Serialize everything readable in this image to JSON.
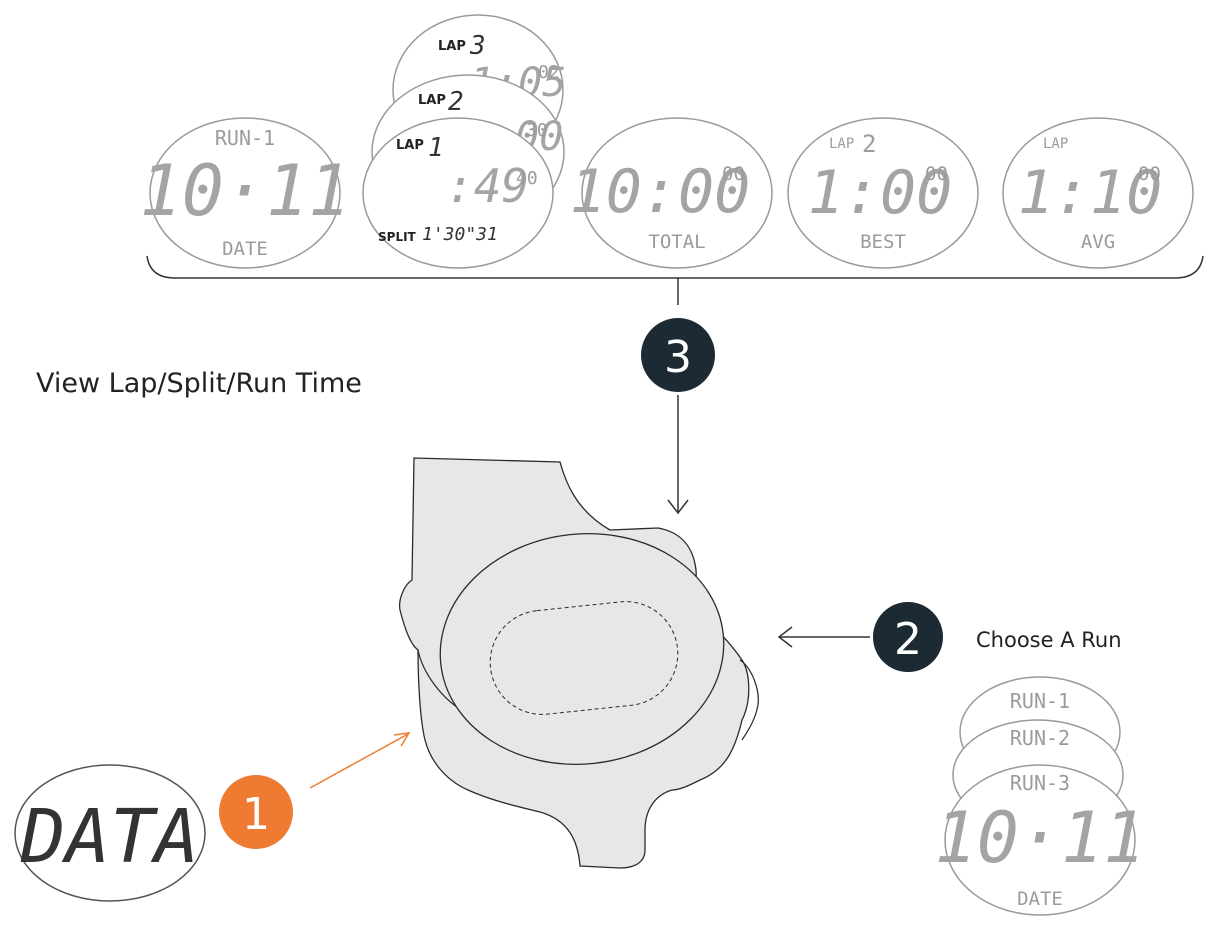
{
  "caption_view": "View Lap/Split/Run Time",
  "caption_choose": "Choose A Run",
  "steps": {
    "one": "1",
    "two": "2",
    "three": "3"
  },
  "colors": {
    "step_dark": "#1b2a33",
    "step_orange": "#ef7a31",
    "arrow_orange": "#ef7a31",
    "watch_fill": "#e6e7e8",
    "outline": "#2b2b2b",
    "bezel": "#9a9a9a"
  },
  "screens": {
    "run": {
      "top": "RUN-1",
      "main": "10·11",
      "bottom": "DATE"
    },
    "lap3": {
      "label": "LAP",
      "num": "3",
      "main": "1:05",
      "sub": "02"
    },
    "lap2": {
      "label": "LAP",
      "num": "2",
      "main": "1:00",
      "sub": "30"
    },
    "lap1": {
      "label": "LAP",
      "num": "1",
      "main": ":49",
      "sub": "40",
      "split_label": "SPLIT",
      "split_value": "1'30\"31"
    },
    "total": {
      "main": "10:00",
      "sub": "00",
      "bottom": "TOTAL"
    },
    "best": {
      "label": "LAP",
      "num": "2",
      "main": "1:00",
      "sub": "00",
      "bottom": "BEST"
    },
    "avg": {
      "label": "LAP",
      "main": "1:10",
      "sub": "00",
      "bottom": "AVG"
    },
    "data": {
      "main": "DATA"
    },
    "runs": {
      "r1": "RUN-1",
      "r2": "RUN-2",
      "r3": "RUN-3",
      "main": "10·11",
      "bottom": "DATE"
    }
  }
}
